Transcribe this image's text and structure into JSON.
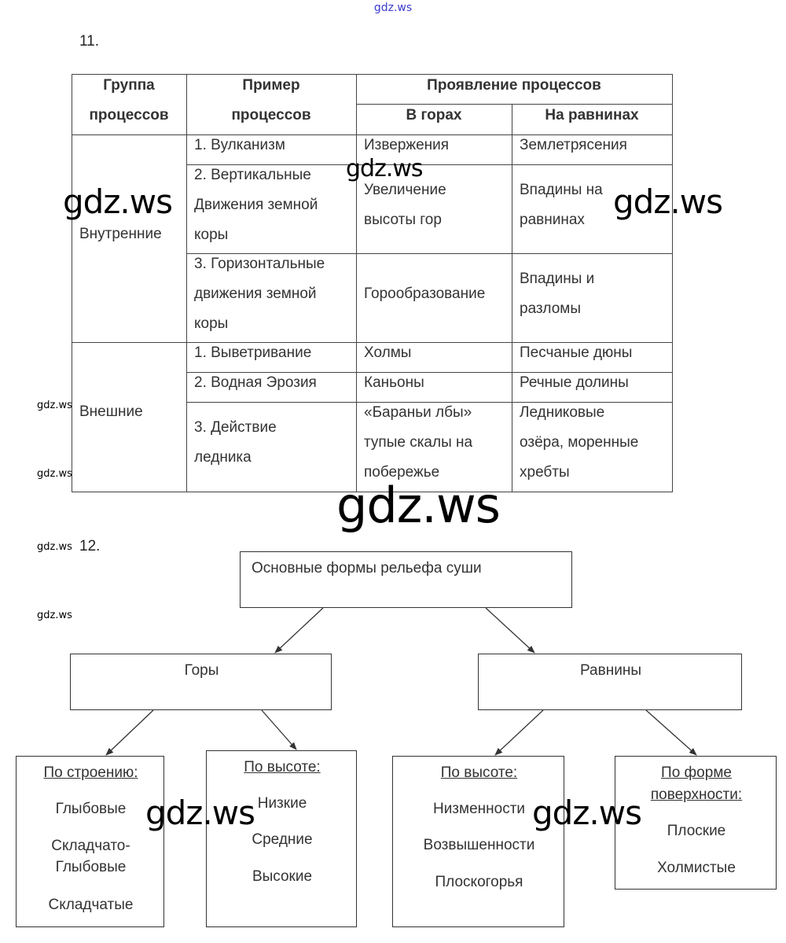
{
  "watermark": {
    "site": "gdz.ws"
  },
  "task11": {
    "number": "11.",
    "table": {
      "headers": {
        "group": [
          "Группа",
          "процессов"
        ],
        "example": [
          "Пример",
          "процессов"
        ],
        "manifestation": "Проявление процессов",
        "mountains": "В горах",
        "plains": "На равнинах"
      },
      "groups": [
        {
          "name": "Внутренние",
          "rows": [
            {
              "example": [
                "1. Вулканизм"
              ],
              "mountains": [
                "Извержения"
              ],
              "plains": [
                "Землетрясения"
              ]
            },
            {
              "example": [
                "2. Вертикальные",
                "Движения земной",
                "коры"
              ],
              "mountains": [
                "Увеличение",
                "высоты гор"
              ],
              "plains": [
                "Впадины на",
                "равнинах"
              ]
            },
            {
              "example": [
                "3. Горизонтальные",
                "движения земной",
                "коры"
              ],
              "mountains": [
                "Горообразование"
              ],
              "plains": [
                "Впадины и",
                "разломы"
              ]
            }
          ]
        },
        {
          "name": "Внешние",
          "rows": [
            {
              "example": [
                "1. Выветривание"
              ],
              "mountains": [
                "Холмы"
              ],
              "plains": [
                "Песчаные дюны"
              ]
            },
            {
              "example": [
                "2. Водная Эрозия"
              ],
              "mountains": [
                "Каньоны"
              ],
              "plains": [
                "Речные долины"
              ]
            },
            {
              "example": [
                "3. Действие",
                "ледника"
              ],
              "mountains": [
                "«Бараньи лбы»",
                "тупые скалы на",
                "побережье"
              ],
              "plains": [
                "Ледниковые",
                "озёра, моренные",
                "хребты"
              ]
            }
          ]
        }
      ]
    }
  },
  "task12": {
    "number": "12.",
    "root": "Основные формы рельефа суши",
    "branches": [
      {
        "name": "Горы",
        "children": [
          {
            "heading": "По строению:",
            "items": [
              "Глыбовые",
              "Складчато-",
              "Глыбовые",
              "Складчатые"
            ]
          },
          {
            "heading": "По высоте:",
            "items": [
              "Низкие",
              "Средние",
              "Высокие"
            ]
          }
        ]
      },
      {
        "name": "Равнины",
        "children": [
          {
            "heading": "По высоте:",
            "items": [
              "Низменности",
              "Возвышенности",
              "Плоскогорья"
            ]
          },
          {
            "heading": [
              "По форме",
              "поверхности:"
            ],
            "items": [
              "Плоские",
              "Холмистые"
            ]
          }
        ]
      }
    ]
  }
}
